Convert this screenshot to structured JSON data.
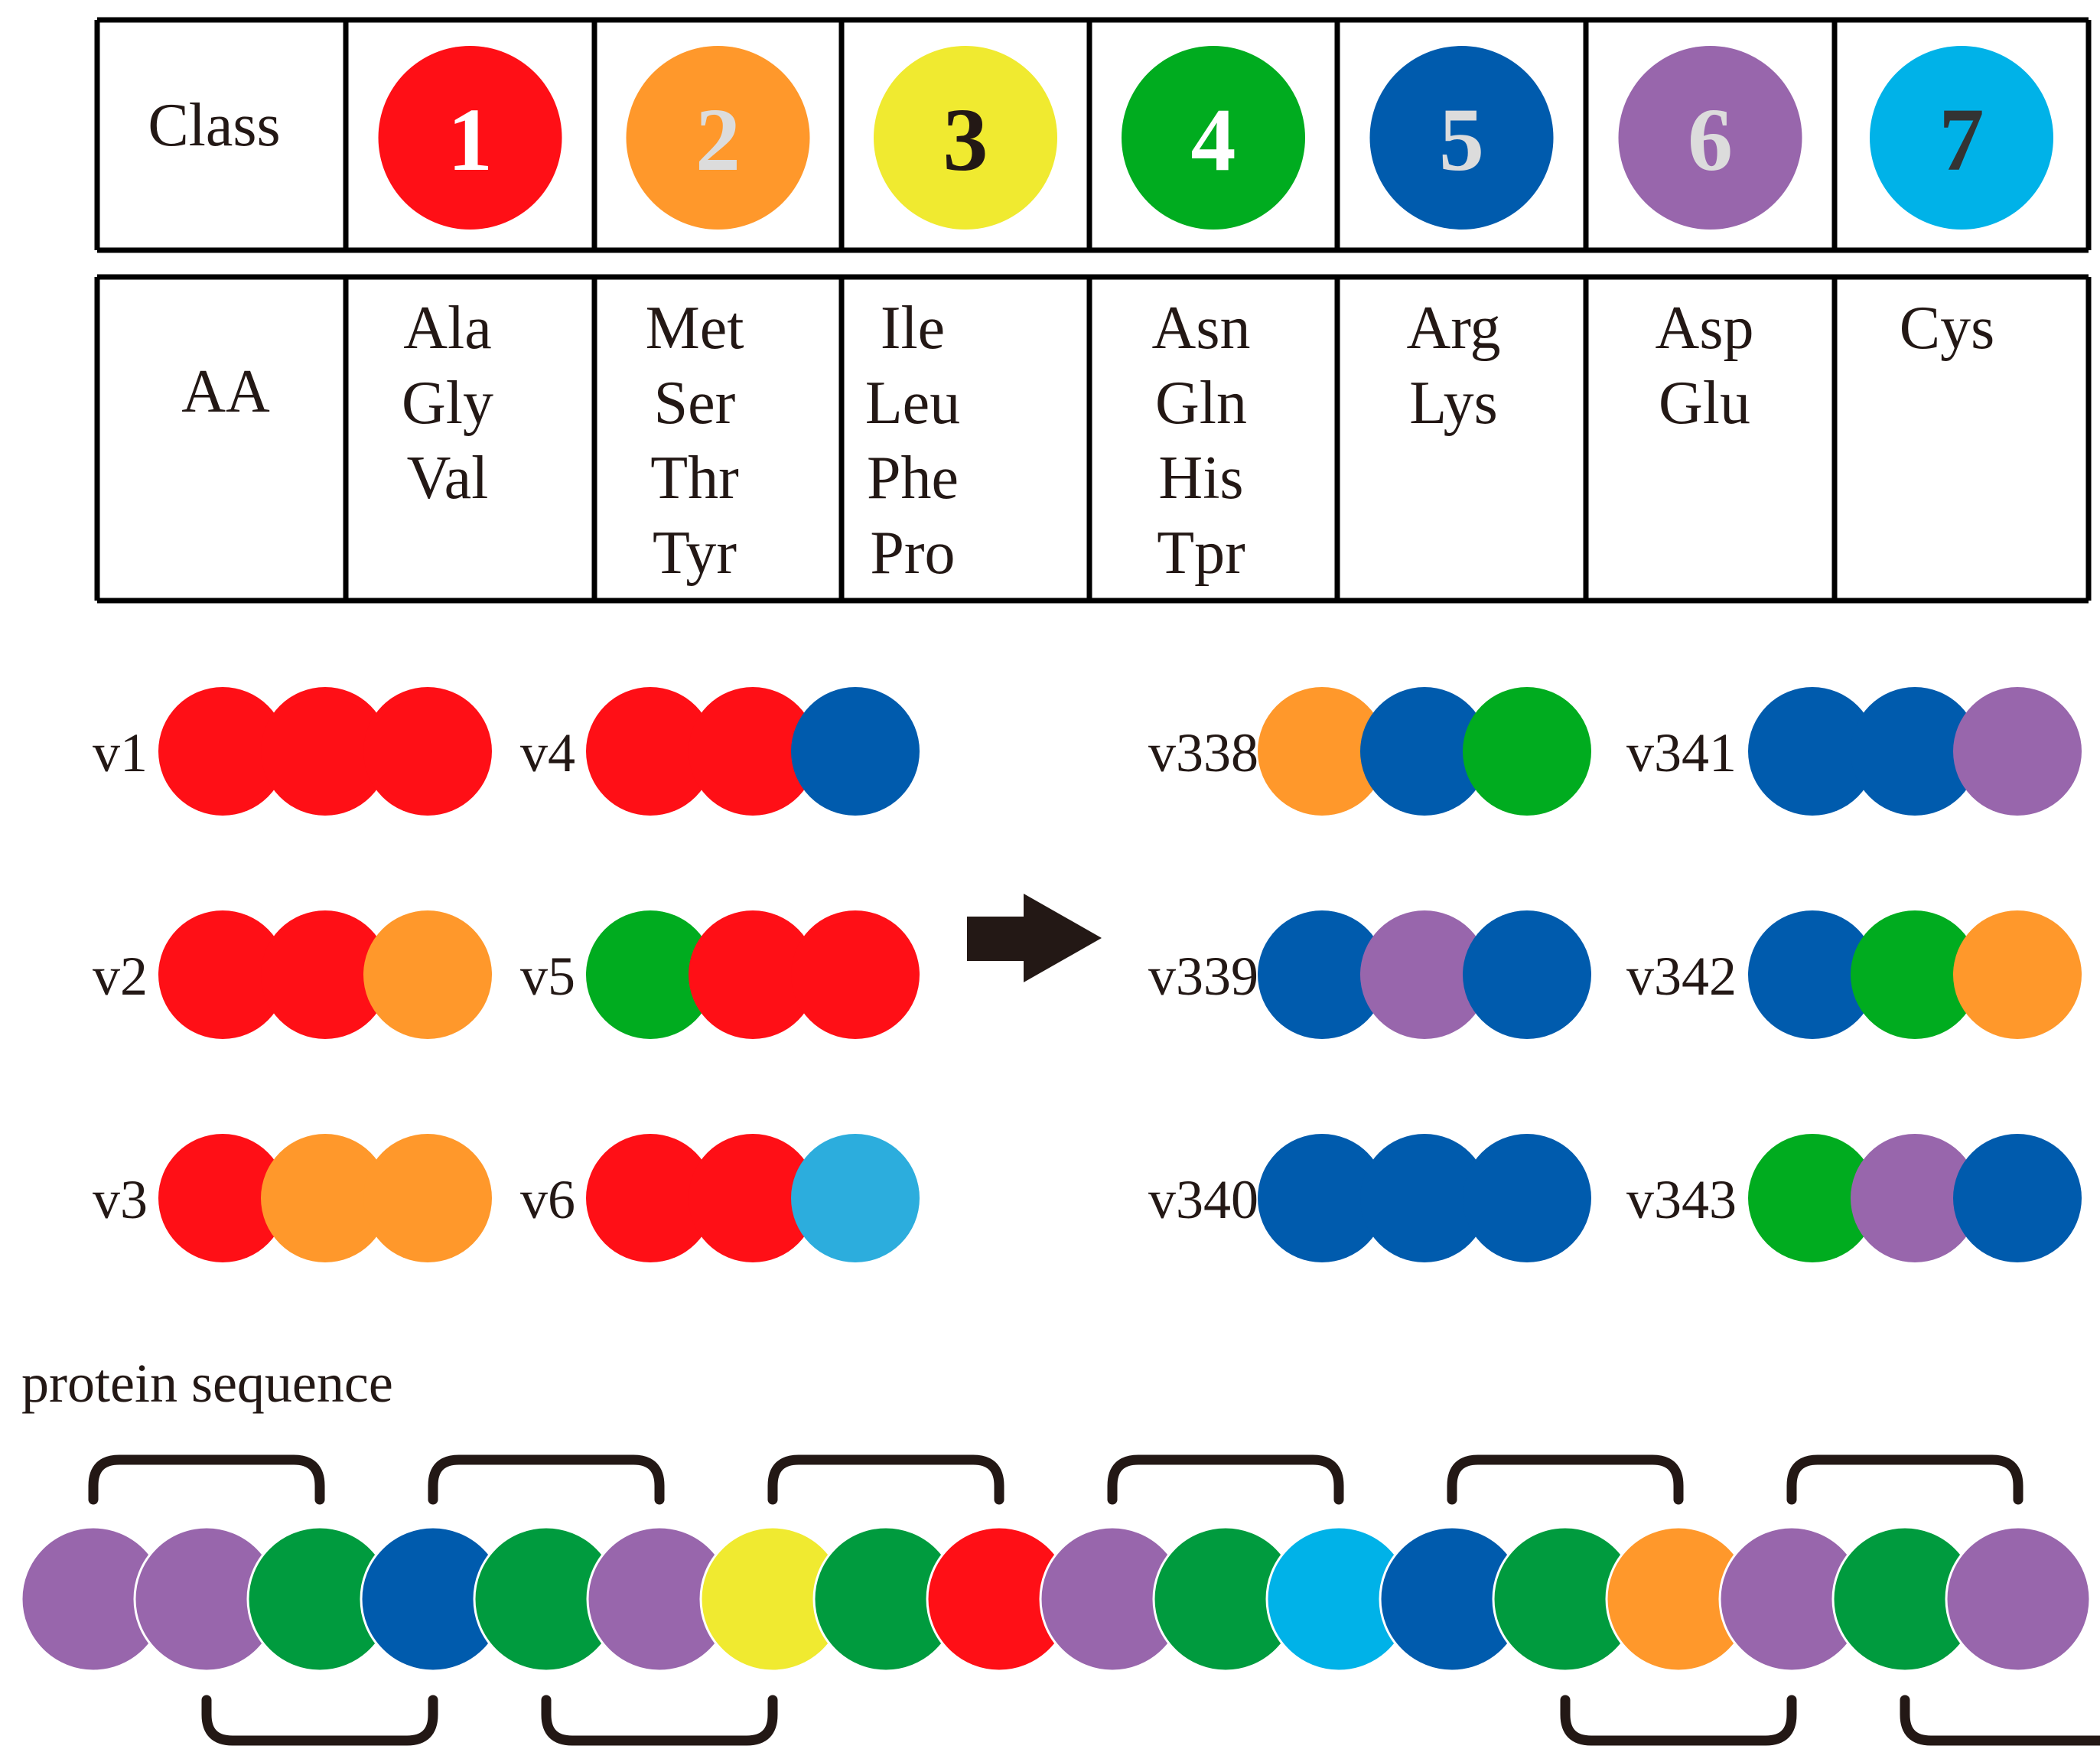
{
  "colors": {
    "1": "#FF0F16",
    "2": "#FF982B",
    "3": "#F0EA30",
    "4": "#00AC1F",
    "5": "#005BAD",
    "6": "#9866AC",
    "7": "#00B2E8",
    "v6_third": "#2CADDD",
    "seq_green": "#009B3E",
    "ink": "#231815",
    "grid": "#000000"
  },
  "table": {
    "header_label": "Class",
    "aa_label": "AA",
    "classes": [
      {
        "num": "1",
        "color": "#FF0F16",
        "num_color": "#FFFFFF",
        "aa": [
          "Ala",
          "Gly",
          "Val"
        ]
      },
      {
        "num": "2",
        "color": "#FF982B",
        "num_color": "#DCDCDC",
        "aa": [
          "Met",
          "Ser",
          "Thr",
          "Tyr"
        ]
      },
      {
        "num": "3",
        "color": "#F0EA30",
        "num_color": "#231815",
        "aa": [
          "Ile",
          "Leu",
          "Phe",
          "Pro"
        ]
      },
      {
        "num": "4",
        "color": "#00AC1F",
        "num_color": "#FFFFFF",
        "aa": [
          "Asn",
          "Gln",
          "His",
          "Tpr"
        ]
      },
      {
        "num": "5",
        "color": "#005BAD",
        "num_color": "#DCDCDC",
        "aa": [
          "Arg",
          "Lys"
        ]
      },
      {
        "num": "6",
        "color": "#9866AC",
        "num_color": "#DCDCDC",
        "aa": [
          "Asp",
          "Glu"
        ]
      },
      {
        "num": "7",
        "color": "#00B2E8",
        "num_color": "#333333",
        "aa": [
          "Cys"
        ]
      }
    ]
  },
  "vectors": [
    {
      "label": "v1",
      "classes": [
        "1",
        "1",
        "1"
      ]
    },
    {
      "label": "v2",
      "classes": [
        "1",
        "1",
        "2"
      ]
    },
    {
      "label": "v3",
      "classes": [
        "1",
        "2",
        "2"
      ]
    },
    {
      "label": "v4",
      "classes": [
        "1",
        "1",
        "5"
      ]
    },
    {
      "label": "v5",
      "classes": [
        "4",
        "1",
        "1"
      ]
    },
    {
      "label": "v6",
      "classes": [
        "1",
        "1",
        "v6_third"
      ]
    },
    {
      "label": "v338",
      "classes": [
        "2",
        "5",
        "4"
      ]
    },
    {
      "label": "v339",
      "classes": [
        "5",
        "6",
        "5"
      ]
    },
    {
      "label": "v340",
      "classes": [
        "5",
        "5",
        "5"
      ]
    },
    {
      "label": "v341",
      "classes": [
        "5",
        "5",
        "6"
      ]
    },
    {
      "label": "v342",
      "classes": [
        "5",
        "4",
        "2"
      ]
    },
    {
      "label": "v343",
      "classes": [
        "4",
        "6",
        "5"
      ]
    }
  ],
  "sequence": {
    "label": "protein sequence",
    "residues": [
      "6",
      "6",
      "seq_green",
      "5",
      "seq_green",
      "6",
      "3",
      "seq_green",
      "1",
      "6",
      "seq_green",
      "7",
      "5",
      "seq_green",
      "2",
      "6",
      "seq_green",
      "6"
    ]
  }
}
